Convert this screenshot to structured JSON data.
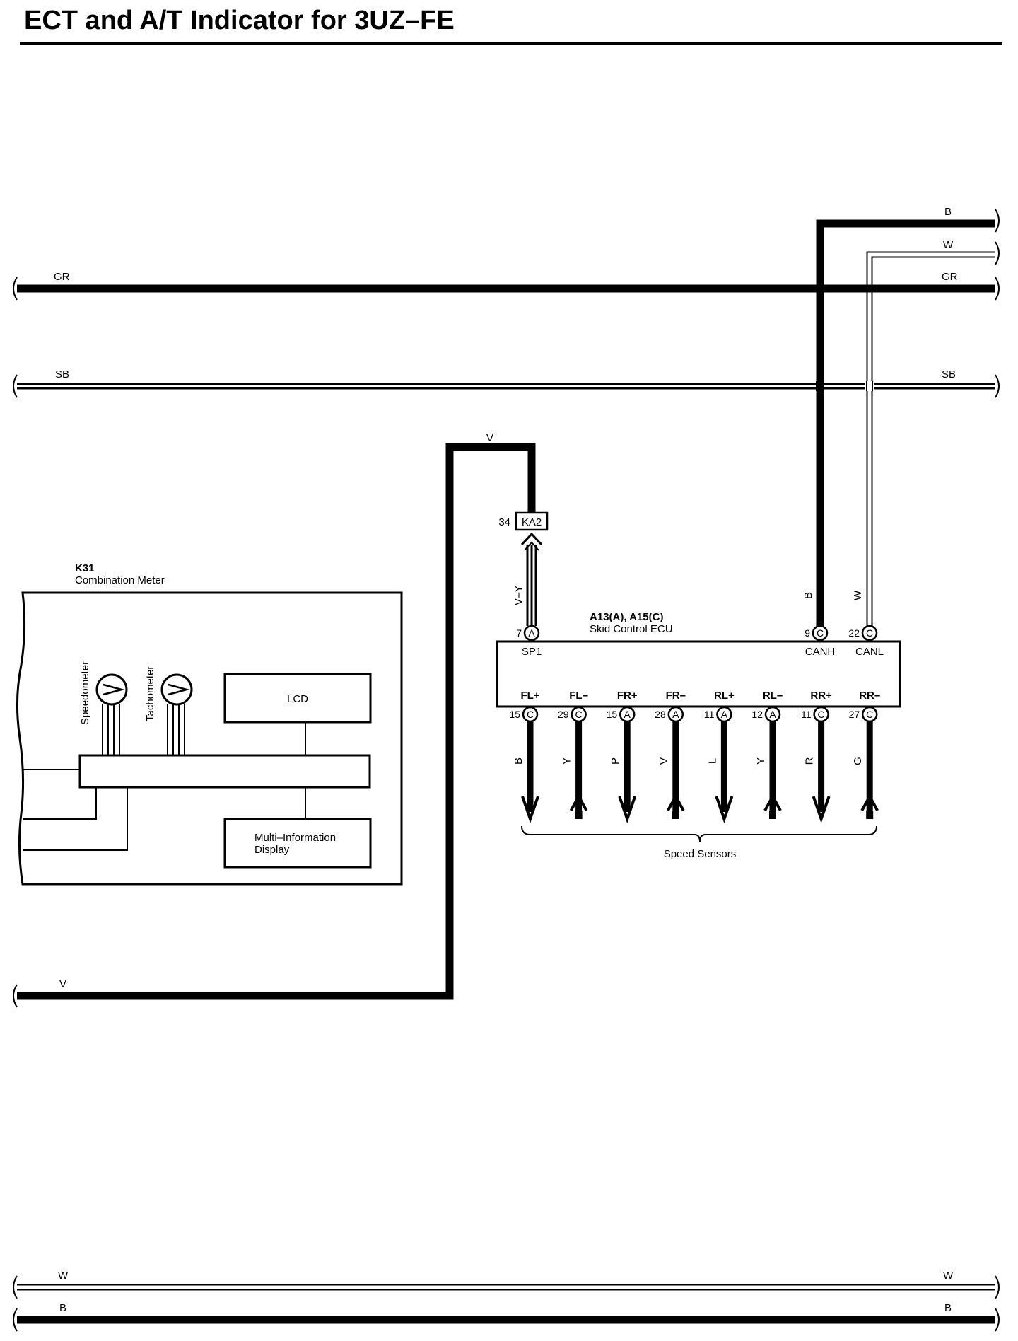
{
  "title": "ECT and A/T Indicator for 3UZ–FE",
  "wires": {
    "b_top": "B",
    "w_top": "W",
    "gr_left": "GR",
    "gr_right": "GR",
    "sb_left": "SB",
    "sb_right": "SB",
    "v_upper": "V",
    "v_lower": "V",
    "vy": "V–Y",
    "b_canh": "B",
    "w_canl": "W",
    "w_bottom_left": "W",
    "w_bottom_right": "W",
    "b_bottom_left": "B",
    "b_bottom_right": "B"
  },
  "junction": {
    "pin": "34",
    "name": "KA2"
  },
  "combination_meter": {
    "id": "K31",
    "name": "Combination Meter",
    "gauges": [
      "Speedometer",
      "Tachometer"
    ],
    "lcd": "LCD",
    "mid_line1": "Multi–Information",
    "mid_line2": "Display"
  },
  "ecu": {
    "id": "A13(A), A15(C)",
    "name": "Skid Control ECU",
    "top_pins": [
      {
        "num": "7",
        "conn": "A",
        "label": "SP1"
      },
      {
        "num": "9",
        "conn": "C",
        "label": "CANH"
      },
      {
        "num": "22",
        "conn": "C",
        "label": "CANL"
      }
    ],
    "bottom_pins": [
      {
        "num": "15",
        "conn": "C",
        "label": "FL+",
        "wire": "B"
      },
      {
        "num": "29",
        "conn": "C",
        "label": "FL–",
        "wire": "Y"
      },
      {
        "num": "15",
        "conn": "A",
        "label": "FR+",
        "wire": "P"
      },
      {
        "num": "28",
        "conn": "A",
        "label": "FR–",
        "wire": "V"
      },
      {
        "num": "11",
        "conn": "A",
        "label": "RL+",
        "wire": "L"
      },
      {
        "num": "12",
        "conn": "A",
        "label": "RL–",
        "wire": "Y"
      },
      {
        "num": "11",
        "conn": "C",
        "label": "RR+",
        "wire": "R"
      },
      {
        "num": "27",
        "conn": "C",
        "label": "RR–",
        "wire": "G"
      }
    ]
  },
  "speed_sensors": "Speed Sensors"
}
